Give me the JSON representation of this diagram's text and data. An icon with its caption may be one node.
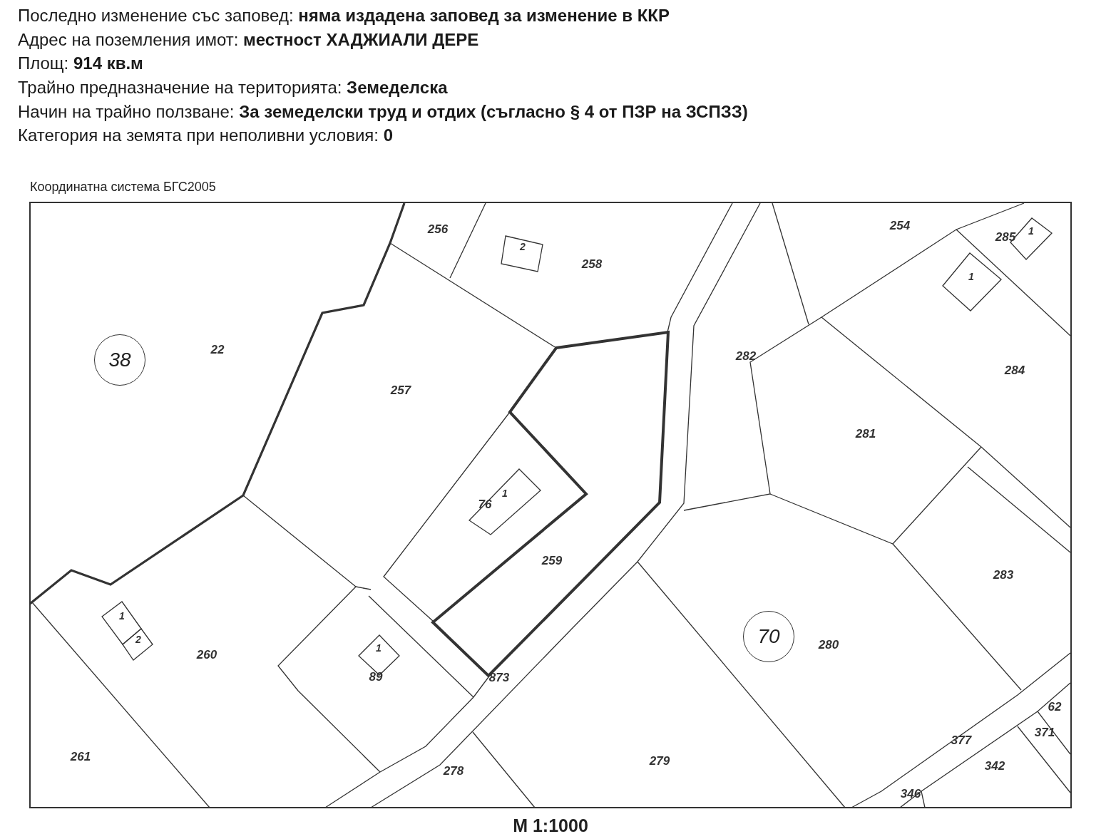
{
  "diagram": {
    "nodes": [
      {
        "text": [
          "2"
        ]
      },
      {
        "text": [
          "1"
        ]
      },
      {
        "text": [
          "1"
        ]
      },
      {
        "text": [
          "38"
        ]
      },
      {
        "text": [
          "1"
        ]
      },
      {
        "text": [
          "1"
        ]
      },
      {
        "text": [
          "2"
        ]
      },
      {
        "text": [
          "1"
        ]
      },
      {
        "text": [
          "70"
        ]
      }
    ],
    "labels": [
      "Последно изменение със заповед: **няма издадена заповед за изменение в ККР**",
      "Адрес на поземления имот: **местност ХАДЖИАЛИ ДЕРЕ**",
      "Площ: **914 кв.м**",
      "Трайно предназначение на територията: **Земеделска**",
      "Начин на трайно ползване: **За земеделски труд и отдих (съгласно § 4 от ПЗР на ЗСПЗЗ)**",
      "Категория на земята при неполивни условия: **0**",
      "Координатна система БГС2005",
      "256",
      "254",
      "285",
      "258",
      "22",
      "282",
      "284",
      "257",
      "281",
      "76",
      "259",
      "283",
      "280",
      "260",
      "89",
      "873",
      "62",
      "371",
      "377",
      "261",
      "279",
      "342",
      "278",
      "346",
      "M 1:1000"
    ]
  }
}
